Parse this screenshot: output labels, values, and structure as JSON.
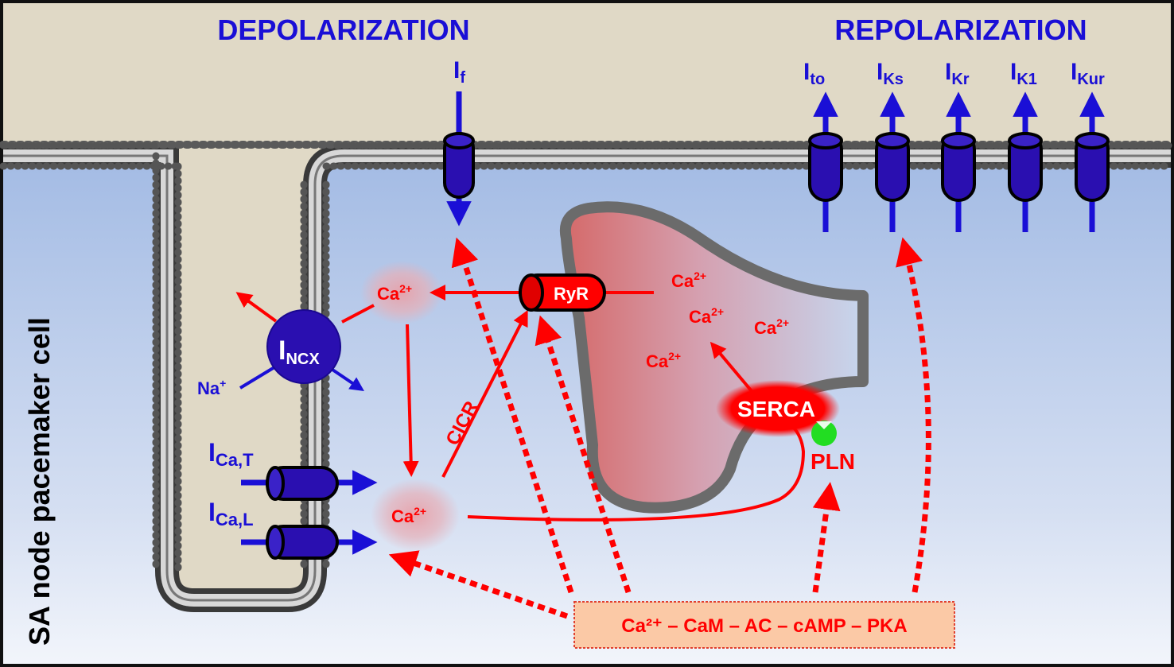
{
  "title_depolarization": "DEPOLARIZATION",
  "title_repolarization": "REPOLARIZATION",
  "cell_label": "SA node pacemaker cell",
  "currents": {
    "if": {
      "main": "I",
      "sub": "f"
    },
    "ito": {
      "main": "I",
      "sub": "to"
    },
    "iks": {
      "main": "I",
      "sub": "Ks"
    },
    "ikr": {
      "main": "I",
      "sub": "Kr"
    },
    "ik1": {
      "main": "I",
      "sub": "K1"
    },
    "ikur": {
      "main": "I",
      "sub": "Kur"
    },
    "incx": {
      "main": "I",
      "sub": "NCX"
    },
    "icat": {
      "main": "I",
      "sub": "Ca,T"
    },
    "ical": {
      "main": "I",
      "sub": "Ca,L"
    }
  },
  "ions": {
    "ca_base": "Ca",
    "ca_sup": "2+",
    "na_base": "Na",
    "na_sup": "+"
  },
  "labels": {
    "ryr": "RyR",
    "serca": "SERCA",
    "pln": "PLN",
    "cicr": "CICR",
    "pathway": "Ca²⁺ – CaM – AC – cAMP – PKA"
  },
  "colors": {
    "blue": "#1a0fd6",
    "red": "#ff0000",
    "channel_blue": "#2a0fb0",
    "pathway_bg": "#fbc9a6",
    "extracellular": "#e0d9c6",
    "intracellular_top": "#a7bde3",
    "intracellular_bottom": "#eef2fa"
  }
}
